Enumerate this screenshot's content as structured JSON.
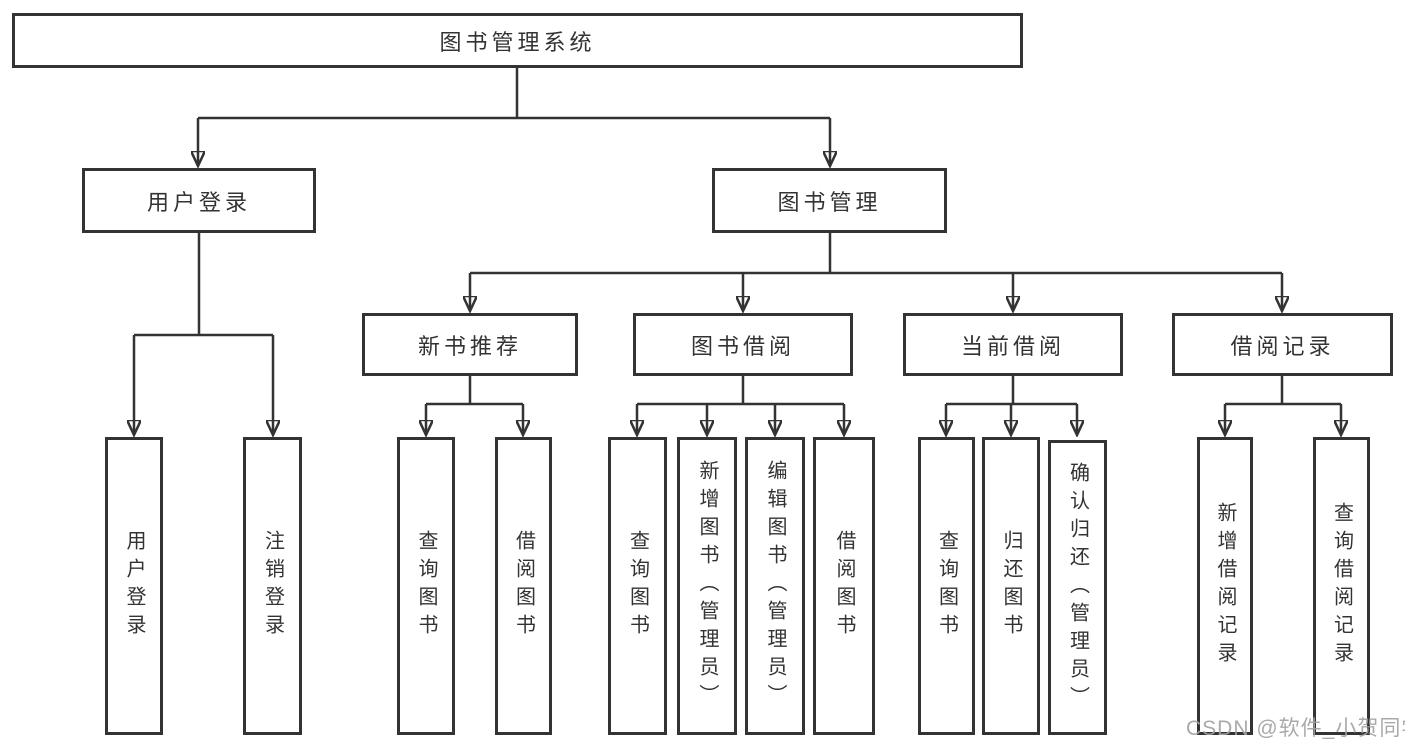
{
  "colors": {
    "line": "#333333",
    "box_border": "#333333",
    "box_background": "#ffffff",
    "watermark_text": "#a3a3a3"
  },
  "nodes": {
    "root": {
      "label": "图书管理系统"
    },
    "user_login": {
      "label": "用户登录"
    },
    "book_mgmt": {
      "label": "图书管理"
    },
    "new_book_rec": {
      "label": "新书推荐"
    },
    "book_borrow": {
      "label": "图书借阅"
    },
    "current_borrow": {
      "label": "当前借阅"
    },
    "borrow_record": {
      "label": "借阅记录"
    },
    "leaf_user_login": {
      "label": "用户登录"
    },
    "leaf_logout": {
      "label": "注销登录"
    },
    "leaf_rec_search": {
      "label": "查询图书"
    },
    "leaf_rec_borrow": {
      "label": "借阅图书"
    },
    "leaf_bb_search": {
      "label": "查询图书"
    },
    "leaf_bb_add": {
      "label": "新增图书（管理员）"
    },
    "leaf_bb_edit": {
      "label": "编辑图书（管理员）"
    },
    "leaf_bb_borrow": {
      "label": "借阅图书"
    },
    "leaf_cb_search": {
      "label": "查询图书"
    },
    "leaf_cb_return": {
      "label": "归还图书"
    },
    "leaf_cb_confirm": {
      "label": "确认归还（管理员）"
    },
    "leaf_br_add": {
      "label": "新增借阅记录"
    },
    "leaf_br_search": {
      "label": "查询借阅记录"
    }
  },
  "hierarchy": {
    "图书管理系统": {
      "用户登录": [
        "用户登录",
        "注销登录"
      ],
      "图书管理": {
        "新书推荐": [
          "查询图书",
          "借阅图书"
        ],
        "图书借阅": [
          "查询图书",
          "新增图书（管理员）",
          "编辑图书（管理员）",
          "借阅图书"
        ],
        "当前借阅": [
          "查询图书",
          "归还图书",
          "确认归还（管理员）"
        ],
        "借阅记录": [
          "新增借阅记录",
          "查询借阅记录"
        ]
      }
    }
  },
  "watermark": {
    "text": "CSDN @软件_小贺同学"
  }
}
